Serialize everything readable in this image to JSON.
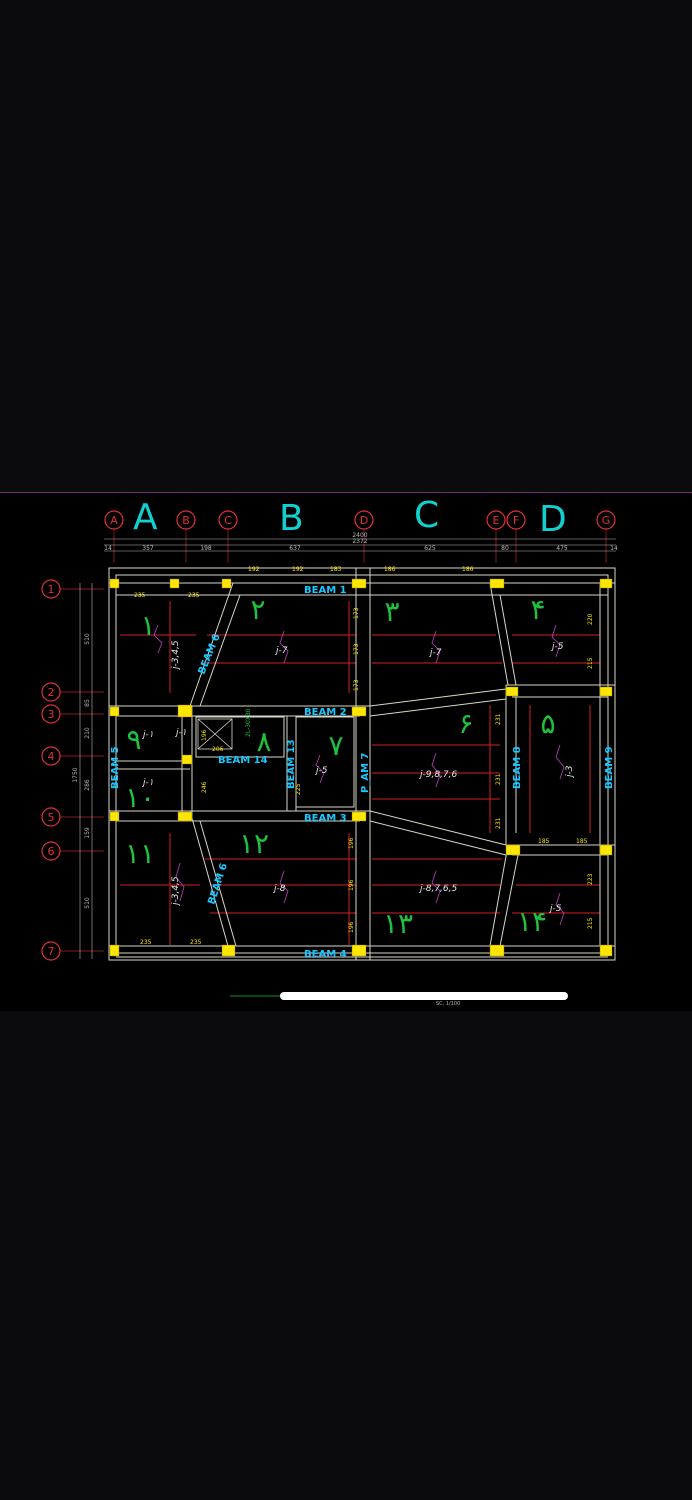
{
  "zones": {
    "a": "A",
    "b": "B",
    "c": "C",
    "d": "D"
  },
  "axes_cols": {
    "a": "A",
    "b": "B",
    "c": "C",
    "d": "D",
    "e": "E",
    "f": "F",
    "g": "G"
  },
  "axes_rows": {
    "r1": "1",
    "r2": "2",
    "r3": "3",
    "r4": "4",
    "r5": "5",
    "r6": "6",
    "r7": "7"
  },
  "dims_top": {
    "total1": "2400",
    "total2": "2372",
    "s14a": "14",
    "s357": "357",
    "s198": "198",
    "s637": "637",
    "s625": "625",
    "s80": "80",
    "s475": "475",
    "s14b": "14"
  },
  "dims_left": {
    "total": "1750",
    "d510a": "510",
    "d85": "85",
    "d210": "210",
    "d286": "286",
    "d159": "159",
    "d510b": "510"
  },
  "beams": {
    "b1": "BEAM 1",
    "b2": "BEAM 2",
    "b3": "BEAM 3",
    "b4": "BEAM 4",
    "b5": "BEAM 5",
    "b6a": "BEAM 6",
    "b6b": "BEAM 6",
    "b7": "P_AM 7",
    "b8": "BEAM 8",
    "b9": "BEAM 9",
    "b13": "BEAM 13",
    "b14": "BEAM 14"
  },
  "panels": {
    "p1": "۱",
    "p2": "۲",
    "p3": "۳",
    "p4": "۴",
    "p5": "۵",
    "p6": "۶",
    "p7": "۷",
    "p8": "۸",
    "p9": "۹",
    "p10": "۱۰",
    "p11": "۱۱",
    "p12": "۱۲",
    "p13": "۱۳",
    "p14": "۱۴"
  },
  "joist_labels": {
    "j1": "j-3,4,5",
    "j2": "j-7",
    "j3": "j-7",
    "j4": "j-5",
    "j5": "j-9,8,7,6",
    "j6": "j-3",
    "j7": "j-3,4,5",
    "j8": "j-8",
    "j9": "j-8,7,6,5",
    "j10": "j-5",
    "j11": "j-5",
    "j12": "j-۱",
    "j13": "j-۱",
    "j14": "j-۱"
  },
  "small_dims": {
    "d235a": "235",
    "d235b": "235",
    "d235c": "235",
    "d235d": "235",
    "d173a": "173",
    "d173b": "173",
    "d173c": "173",
    "d220a": "220",
    "d215a": "215",
    "d231a": "231",
    "d231b": "231",
    "d231c": "231",
    "d185a": "185",
    "d185b": "185",
    "d196a": "196",
    "d196b": "196",
    "d196c": "196",
    "d223": "223",
    "d215b": "215",
    "d206": "206",
    "d246": "246",
    "d196d": "196",
    "d225": "225",
    "d192a": "192",
    "d192b": "192",
    "d183": "183",
    "d186a": "186",
    "d186b": "186"
  },
  "misc": {
    "shaft": "2L-30X30",
    "scale": "SC. 1/100"
  },
  "colors": {
    "frame": "#d8d8c8",
    "column": "#ffe600",
    "beam_text": "#18c8ff",
    "panel_num": "#1ec23c",
    "axis": "#e0303a",
    "joist_red": "#d62020",
    "magenta": "#c040c0",
    "zone": "#00d0d0",
    "dim": "#b8b8b8"
  }
}
